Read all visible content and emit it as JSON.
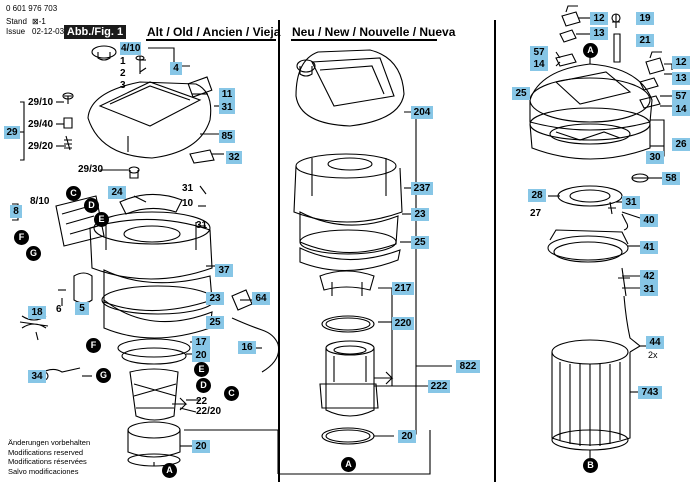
{
  "header": {
    "doc_number": "0 601 976 703",
    "stand_label": "Stand",
    "issue_label": "Issue",
    "stand_mark": "⊠-1",
    "issue_date": "02-12-03",
    "figure_tab": "Abb./Fig. 1"
  },
  "sections": {
    "old": "Alt / Old / Ancien / Vieja",
    "new": "Neu / New / Nouvelle / Nueva"
  },
  "labels_left": {
    "l4_10": "4/10",
    "l1": "1",
    "l2": "2",
    "l3": "3",
    "l4": "4",
    "l11": "11",
    "l31a": "31",
    "l85": "85",
    "l32": "32",
    "l29_10": "29/10",
    "l29_40": "29/40",
    "l29_20": "29/20",
    "l29": "29",
    "l29_30": "29/30",
    "l24": "24",
    "l31b": "31",
    "l10": "10",
    "l31c": "31",
    "l8_10": "8/10",
    "l8": "8",
    "l37": "37",
    "l6": "6",
    "l5": "5",
    "l23": "23",
    "l64": "64",
    "l18": "18",
    "l25": "25",
    "l17": "17",
    "l20a": "20",
    "l16": "16",
    "l34": "34",
    "l22": "22",
    "l22_20": "22/20",
    "l20b": "20"
  },
  "labels_middle": {
    "l204": "204",
    "l237": "237",
    "l23": "23",
    "l25": "25",
    "l217": "217",
    "l220": "220",
    "l822": "822",
    "l222": "222",
    "l20": "20"
  },
  "labels_right": {
    "l12a": "12",
    "l13a": "13",
    "l19": "19",
    "l21": "21",
    "l57a": "57",
    "l14a": "14",
    "l12b": "12",
    "l13b": "13",
    "l25": "25",
    "l57b": "57",
    "l14b": "14",
    "l26": "26",
    "l30": "30",
    "l58": "58",
    "l28": "28",
    "l31a": "31",
    "l27": "27",
    "l40": "40",
    "l41": "41",
    "l42": "42",
    "l31b": "31",
    "l44": "44",
    "l2x": "2x",
    "l743": "743"
  },
  "circles": {
    "c1": "C",
    "d1": "D",
    "e1": "E",
    "f1": "F",
    "g1": "G",
    "f2": "F",
    "g2": "G",
    "e2": "E",
    "d2": "D",
    "c2": "C",
    "a_left": "A",
    "a_mid": "A",
    "a_right": "A",
    "b_right": "B"
  },
  "footnote": {
    "line1": "Änderungen vorbehalten",
    "line2": "Modifications reserved",
    "line3": "Modifications réservées",
    "line4": "Salvo modificaciones"
  }
}
